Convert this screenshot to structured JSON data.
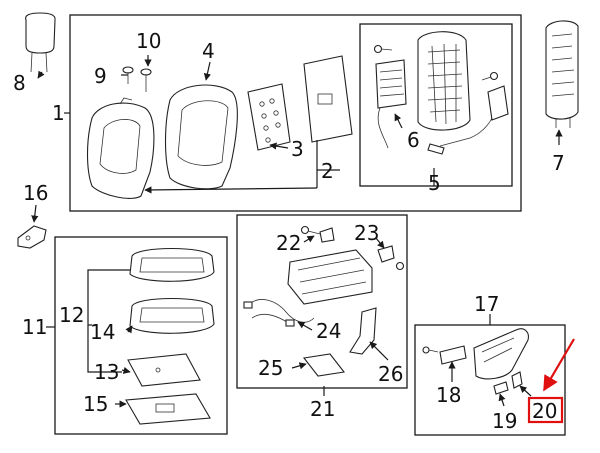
{
  "callouts": {
    "c1": "1",
    "c2": "2",
    "c3": "3",
    "c4": "4",
    "c5": "5",
    "c6": "6",
    "c7": "7",
    "c8": "8",
    "c9": "9",
    "c10": "10",
    "c11": "11",
    "c12": "12",
    "c13": "13",
    "c14": "14",
    "c15": "15",
    "c16": "16",
    "c17": "17",
    "c18": "18",
    "c19": "19",
    "c20": "20",
    "c21": "21",
    "c22": "22",
    "c23": "23",
    "c24": "24",
    "c25": "25",
    "c26": "26"
  },
  "highlight": {
    "callout": "20",
    "color": "#e01010"
  },
  "colors": {
    "line": "#1a1a1a",
    "background": "#ffffff"
  }
}
